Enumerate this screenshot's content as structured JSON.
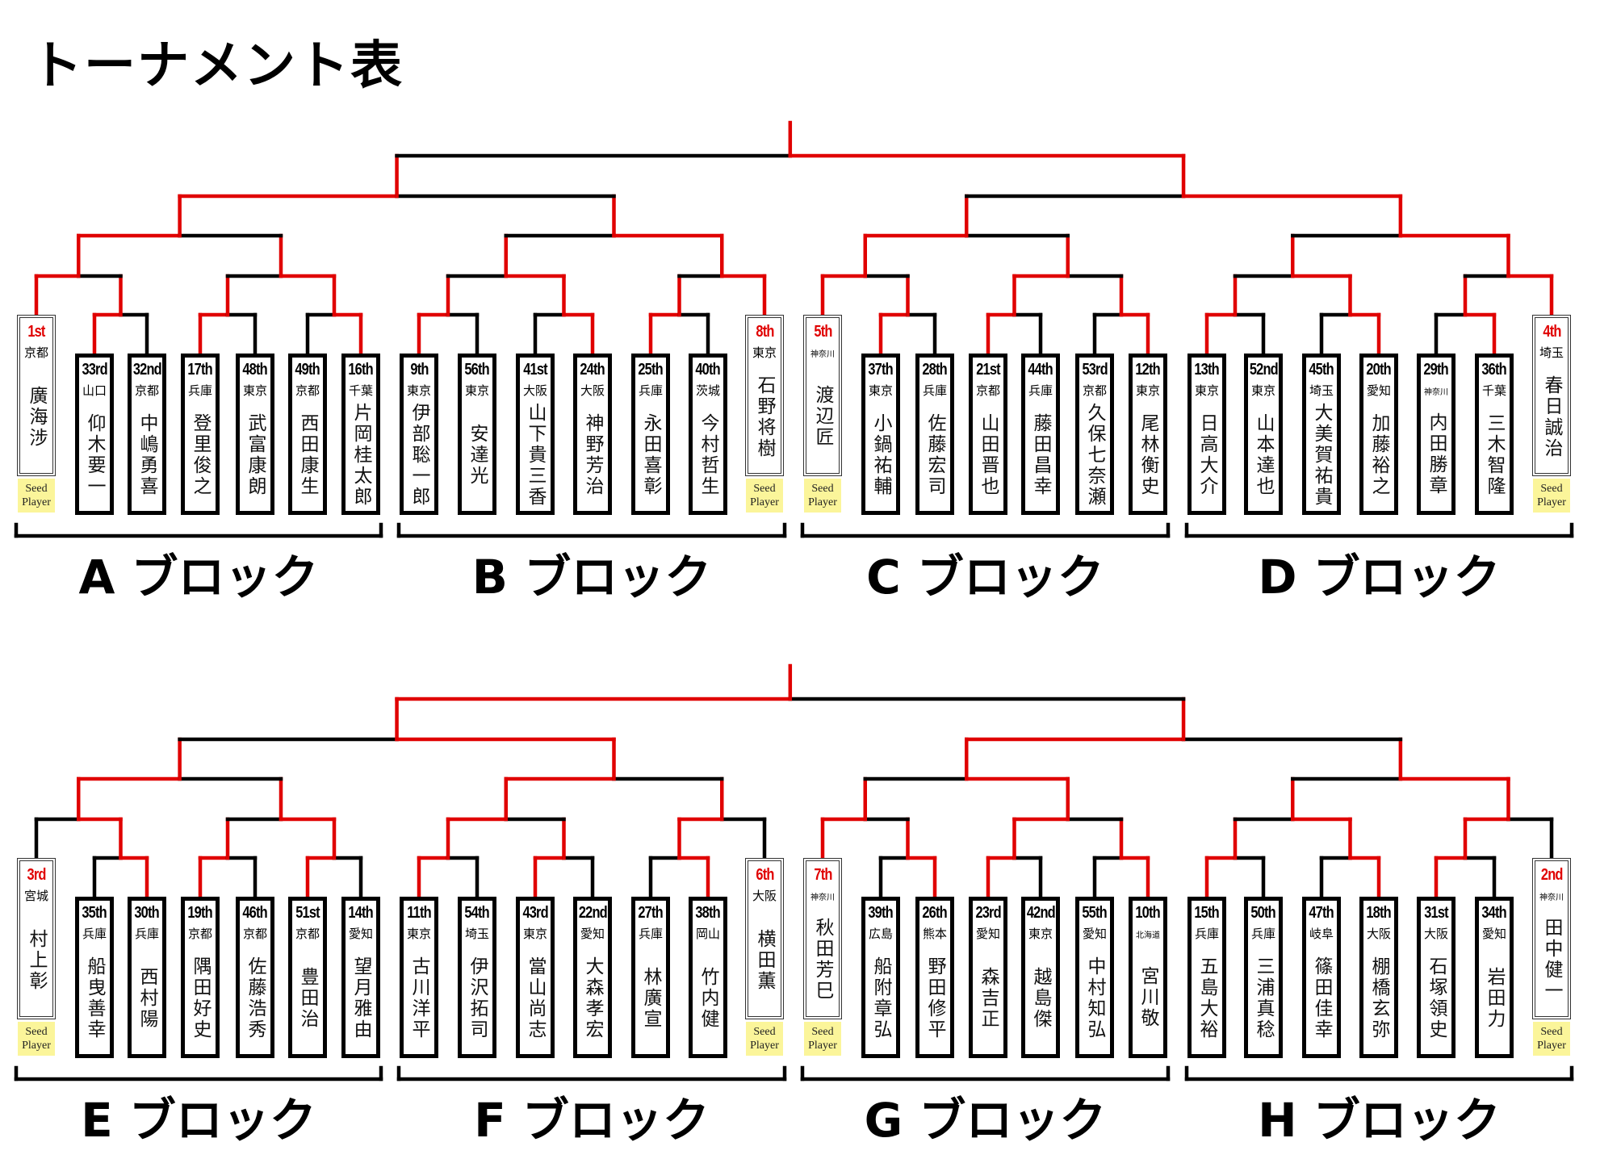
{
  "title": "トーナメント表",
  "seed_label": [
    "Seed",
    "Player"
  ],
  "colors": {
    "win": "#e00000",
    "lose": "#000000",
    "seed_tag": "#fbf59a"
  },
  "halves": [
    {
      "semi": [
        0,
        1
      ],
      "final": 1,
      "blocks": [
        {
          "label": "A ブロック",
          "seed_side": "left",
          "players": [
            {
              "rank": "1st",
              "pref": "京都",
              "name": "廣海涉",
              "seed": true
            },
            {
              "rank": "33rd",
              "pref": "山口",
              "name": "仰木要一"
            },
            {
              "rank": "32nd",
              "pref": "京都",
              "name": "中嶋勇喜"
            },
            {
              "rank": "17th",
              "pref": "兵庫",
              "name": "登里俊之"
            },
            {
              "rank": "48th",
              "pref": "東京",
              "name": "武富康朗"
            },
            {
              "rank": "49th",
              "pref": "京都",
              "name": "西田康生"
            },
            {
              "rank": "16th",
              "pref": "千葉",
              "name": "片岡桂太郎"
            }
          ],
          "results": {
            "r1": [
              0,
              0,
              1
            ],
            "r2": [
              0,
              1
            ],
            "r3": 0
          }
        },
        {
          "label": "B ブロック",
          "seed_side": "right",
          "players": [
            {
              "rank": "9th",
              "pref": "東京",
              "name": "伊部聡一郎"
            },
            {
              "rank": "56th",
              "pref": "東京",
              "name": "安達光"
            },
            {
              "rank": "41st",
              "pref": "大阪",
              "name": "山下貴三香"
            },
            {
              "rank": "24th",
              "pref": "大阪",
              "name": "神野芳治"
            },
            {
              "rank": "25th",
              "pref": "兵庫",
              "name": "永田喜彰"
            },
            {
              "rank": "40th",
              "pref": "茨城",
              "name": "今村哲生"
            },
            {
              "rank": "8th",
              "pref": "東京",
              "name": "石野将樹",
              "seed": true
            }
          ],
          "results": {
            "r1": [
              0,
              1,
              0
            ],
            "r2": [
              1,
              1
            ],
            "r3": 1
          }
        },
        {
          "label": "C ブロック",
          "seed_side": "left",
          "players": [
            {
              "rank": "5th",
              "pref": "神奈川",
              "name": "渡辺匠",
              "seed": true
            },
            {
              "rank": "37th",
              "pref": "東京",
              "name": "小鍋祐輔"
            },
            {
              "rank": "28th",
              "pref": "兵庫",
              "name": "佐藤宏司"
            },
            {
              "rank": "21st",
              "pref": "京都",
              "name": "山田晋也"
            },
            {
              "rank": "44th",
              "pref": "兵庫",
              "name": "藤田昌幸"
            },
            {
              "rank": "53rd",
              "pref": "京都",
              "name": "久保七奈瀬"
            },
            {
              "rank": "12th",
              "pref": "東京",
              "name": "尾林衡史"
            }
          ],
          "results": {
            "r1": [
              0,
              0,
              1
            ],
            "r2": [
              0,
              0
            ],
            "r3": 0
          }
        },
        {
          "label": "D ブロック",
          "seed_side": "right",
          "players": [
            {
              "rank": "13th",
              "pref": "東京",
              "name": "日高大介"
            },
            {
              "rank": "52nd",
              "pref": "東京",
              "name": "山本達也"
            },
            {
              "rank": "45th",
              "pref": "埼玉",
              "name": "大美賀祐貴"
            },
            {
              "rank": "20th",
              "pref": "愛知",
              "name": "加藤裕之"
            },
            {
              "rank": "29th",
              "pref": "神奈川",
              "name": "内田勝章"
            },
            {
              "rank": "36th",
              "pref": "千葉",
              "name": "三木智隆"
            },
            {
              "rank": "4th",
              "pref": "埼玉",
              "name": "春日誠治",
              "seed": true
            }
          ],
          "results": {
            "r1": [
              0,
              1,
              1
            ],
            "r2": [
              1,
              1
            ],
            "r3": 1
          }
        }
      ]
    },
    {
      "semi": [
        1,
        0
      ],
      "final": 0,
      "blocks": [
        {
          "label": "E ブロック",
          "seed_side": "left",
          "players": [
            {
              "rank": "3rd",
              "pref": "宮城",
              "name": "村上彰",
              "seed": true
            },
            {
              "rank": "35th",
              "pref": "兵庫",
              "name": "船曳善幸"
            },
            {
              "rank": "30th",
              "pref": "兵庫",
              "name": "西村陽"
            },
            {
              "rank": "19th",
              "pref": "京都",
              "name": "隅田好史"
            },
            {
              "rank": "46th",
              "pref": "京都",
              "name": "佐藤浩秀"
            },
            {
              "rank": "51st",
              "pref": "京都",
              "name": "豊田治"
            },
            {
              "rank": "14th",
              "pref": "愛知",
              "name": "望月雅由"
            }
          ],
          "results": {
            "r1": [
              1,
              0,
              0
            ],
            "r2": [
              1,
              1
            ],
            "r3": 0
          }
        },
        {
          "label": "F ブロック",
          "seed_side": "right",
          "players": [
            {
              "rank": "11th",
              "pref": "東京",
              "name": "古川洋平"
            },
            {
              "rank": "54th",
              "pref": "埼玉",
              "name": "伊沢拓司"
            },
            {
              "rank": "43rd",
              "pref": "東京",
              "name": "當山尚志"
            },
            {
              "rank": "22nd",
              "pref": "愛知",
              "name": "大森孝宏"
            },
            {
              "rank": "27th",
              "pref": "兵庫",
              "name": "林廣宣"
            },
            {
              "rank": "38th",
              "pref": "岡山",
              "name": "竹内健"
            },
            {
              "rank": "6th",
              "pref": "大阪",
              "name": "横田薫",
              "seed": true
            }
          ],
          "results": {
            "r1": [
              0,
              0,
              1
            ],
            "r2": [
              0,
              0
            ],
            "r3": 0
          }
        },
        {
          "label": "G ブロック",
          "seed_side": "left",
          "players": [
            {
              "rank": "7th",
              "pref": "神奈川",
              "name": "秋田芳巳",
              "seed": true
            },
            {
              "rank": "39th",
              "pref": "広島",
              "name": "船附章弘"
            },
            {
              "rank": "26th",
              "pref": "熊本",
              "name": "野田修平"
            },
            {
              "rank": "23rd",
              "pref": "愛知",
              "name": "森吉正"
            },
            {
              "rank": "42nd",
              "pref": "東京",
              "name": "越島傑"
            },
            {
              "rank": "55th",
              "pref": "愛知",
              "name": "中村知弘"
            },
            {
              "rank": "10th",
              "pref": "北海道",
              "name": "宮川敬"
            }
          ],
          "results": {
            "r1": [
              1,
              0,
              1
            ],
            "r2": [
              0,
              0
            ],
            "r3": 1
          }
        },
        {
          "label": "H ブロック",
          "seed_side": "right",
          "players": [
            {
              "rank": "15th",
              "pref": "兵庫",
              "name": "五島大裕"
            },
            {
              "rank": "50th",
              "pref": "兵庫",
              "name": "三浦真稔"
            },
            {
              "rank": "47th",
              "pref": "岐阜",
              "name": "篠田佳幸"
            },
            {
              "rank": "18th",
              "pref": "大阪",
              "name": "棚橋玄弥"
            },
            {
              "rank": "31st",
              "pref": "大阪",
              "name": "石塚領史"
            },
            {
              "rank": "34th",
              "pref": "愛知",
              "name": "岩田力"
            },
            {
              "rank": "2nd",
              "pref": "神奈川",
              "name": "田中健一",
              "seed": true
            }
          ],
          "results": {
            "r1": [
              0,
              1,
              0
            ],
            "r2": [
              1,
              0
            ],
            "r3": 1
          }
        }
      ]
    }
  ]
}
